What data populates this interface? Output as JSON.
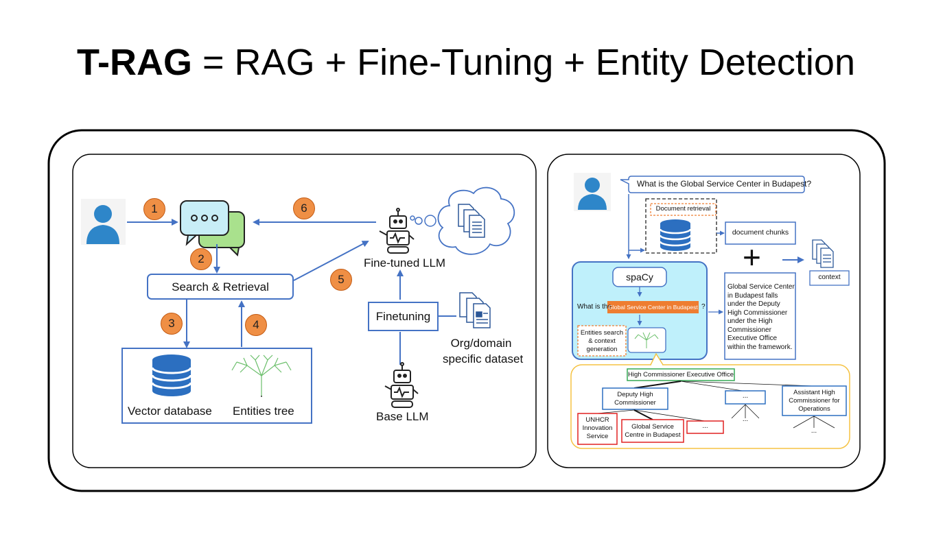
{
  "title": {
    "bold": "T-RAG",
    "rest": " = RAG + Fine-Tuning + Entity Detection"
  },
  "left": {
    "badges": [
      "1",
      "2",
      "3",
      "4",
      "5",
      "6"
    ],
    "search_retrieval": "Search & Retrieval",
    "vector_database": "Vector database",
    "entities_tree": "Entities tree",
    "fine_tuned_llm": "Fine-tuned LLM",
    "finetuning": "Finetuning",
    "dataset_line1": "Org/domain",
    "dataset_line2": "specific dataset",
    "base_llm": "Base LLM"
  },
  "right": {
    "question": "What is the Global Service Center in Budapest?",
    "document_retrieval": "Document retrieval",
    "document_chunks": "document chunks",
    "plus": "+",
    "context": "context",
    "spacy": "spaCy",
    "what_is_the": "What is the",
    "entity_highlight": "Global Service Center in Budapest",
    "question_mark": "?",
    "entities_search": [
      "Entities search",
      "& context",
      "generation"
    ],
    "answer": [
      "Global Service Center",
      "in Budapest falls",
      "under the Deputy",
      "High Commissioner",
      "under the High",
      "Commissioner",
      "Executive Office",
      "within the framework."
    ],
    "tree": {
      "root": "High Commissioner Executive Office",
      "deputy": [
        "Deputy High",
        "Commissioner"
      ],
      "ellipsis_mid": "...",
      "assistant": [
        "Assistant High",
        "Commissioner for",
        "Operations"
      ],
      "unhcr": [
        "UNHCR",
        "Innovation",
        "Service"
      ],
      "gsc": [
        "Global Service",
        "Centre in Budapest"
      ],
      "ellipsis_small": "...",
      "ellipsis_under_mid": "...",
      "ellipsis_under_assistant": "..."
    }
  },
  "colors": {
    "accent_blue": "#4472c4",
    "badge_orange": "#ef8f45",
    "cyan_panel": "#bff0fb",
    "highlight_orange": "#ee7d31",
    "tree_yellow": "#f5c242",
    "red_box": "#e02020",
    "green_box": "#33a853"
  }
}
